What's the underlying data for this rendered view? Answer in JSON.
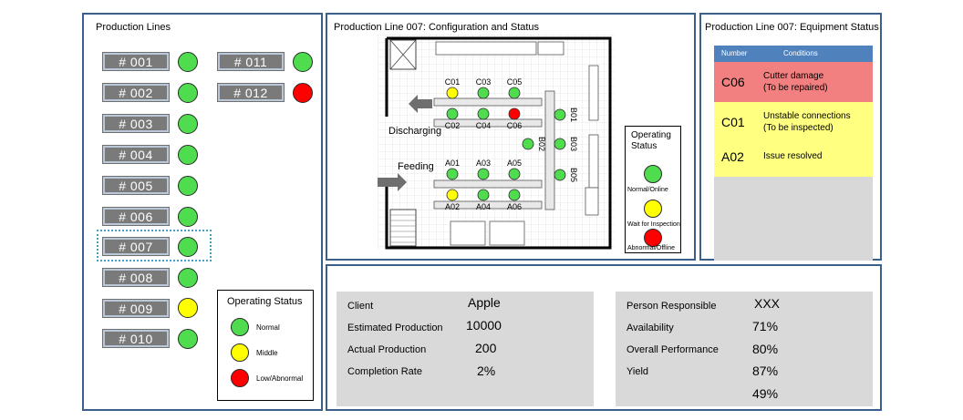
{
  "colors": {
    "normal": "#4fdc4f",
    "middle": "#ffff00",
    "abnormal": "#ff0000",
    "panel_border": "#3a5f8c"
  },
  "lines_panel": {
    "title": "Production Lines",
    "lines": [
      {
        "label": "# 001",
        "status": "normal"
      },
      {
        "label": "# 002",
        "status": "normal"
      },
      {
        "label": "# 003",
        "status": "normal"
      },
      {
        "label": "# 004",
        "status": "normal"
      },
      {
        "label": "# 005",
        "status": "normal"
      },
      {
        "label": "# 006",
        "status": "normal"
      },
      {
        "label": "# 007",
        "status": "normal",
        "selected": true
      },
      {
        "label": "# 008",
        "status": "normal"
      },
      {
        "label": "# 009",
        "status": "middle"
      },
      {
        "label": "# 010",
        "status": "normal"
      },
      {
        "label": "# 011",
        "status": "normal"
      },
      {
        "label": "# 012",
        "status": "abnormal"
      }
    ],
    "legend": {
      "title": "Operating Status",
      "items": [
        {
          "label": "Normal",
          "status": "normal"
        },
        {
          "label": "Middle",
          "status": "middle"
        },
        {
          "label": "Low/Abnormal",
          "status": "abnormal"
        }
      ]
    }
  },
  "config_panel": {
    "title": "Production Line 007: Configuration and Status",
    "discharging_label": "Discharging",
    "feeding_label": "Feeding",
    "stations_top": [
      {
        "label": "C01",
        "status": "middle"
      },
      {
        "label": "C03",
        "status": "normal"
      },
      {
        "label": "C05",
        "status": "normal"
      }
    ],
    "stations_top_row2": [
      {
        "label": "C02",
        "status": "normal"
      },
      {
        "label": "C04",
        "status": "normal"
      },
      {
        "label": "C06",
        "status": "abnormal"
      }
    ],
    "stations_bottom": [
      {
        "label": "A01",
        "status": "normal"
      },
      {
        "label": "A03",
        "status": "normal"
      },
      {
        "label": "A05",
        "status": "normal"
      }
    ],
    "stations_bottom_row2": [
      {
        "label": "A02",
        "status": "middle"
      },
      {
        "label": "A04",
        "status": "normal"
      },
      {
        "label": "A06",
        "status": "normal"
      }
    ],
    "stations_b": [
      {
        "label": "B01",
        "status": "normal"
      },
      {
        "label": "B02",
        "status": "normal"
      },
      {
        "label": "B03",
        "status": "normal"
      },
      {
        "label": "B05",
        "status": "normal"
      }
    ],
    "legend": {
      "title_line1": "Operating",
      "title_line2": "Status",
      "items": [
        {
          "label": "Normal/Online",
          "status": "normal"
        },
        {
          "label": "Wait for Inspection",
          "status": "middle"
        },
        {
          "label": "Abnormal/Offline",
          "status": "abnormal"
        }
      ]
    }
  },
  "equipment_panel": {
    "title": "Production Line 007: Equipment Status",
    "col_number": "Number",
    "col_conditions": "Conditions",
    "rows": [
      {
        "number": "C06",
        "line1": "Cutter damage",
        "line2": "(To be repaired)",
        "color": "#f38080"
      },
      {
        "number": "C01",
        "line1": "Unstable connections",
        "line2": "(To be inspected)",
        "color": "#ffff80"
      },
      {
        "number": "A02",
        "line1": "Issue resolved",
        "line2": "",
        "color": "#ffff80"
      }
    ]
  },
  "info_panel": {
    "left": [
      {
        "label": "Client",
        "value": "Apple"
      },
      {
        "label": "Estimated Production",
        "value": "10000"
      },
      {
        "label": "Actual Production",
        "value": "200"
      },
      {
        "label": "Completion Rate",
        "value": "2%"
      }
    ],
    "right": [
      {
        "label": "Person  Responsible",
        "value": "XXX"
      },
      {
        "label": "Availability",
        "value": "71%"
      },
      {
        "label": "Overall Performance",
        "value": "80%"
      },
      {
        "label": "Yield",
        "value": "87%"
      },
      {
        "label": "",
        "value": "49%"
      }
    ]
  }
}
